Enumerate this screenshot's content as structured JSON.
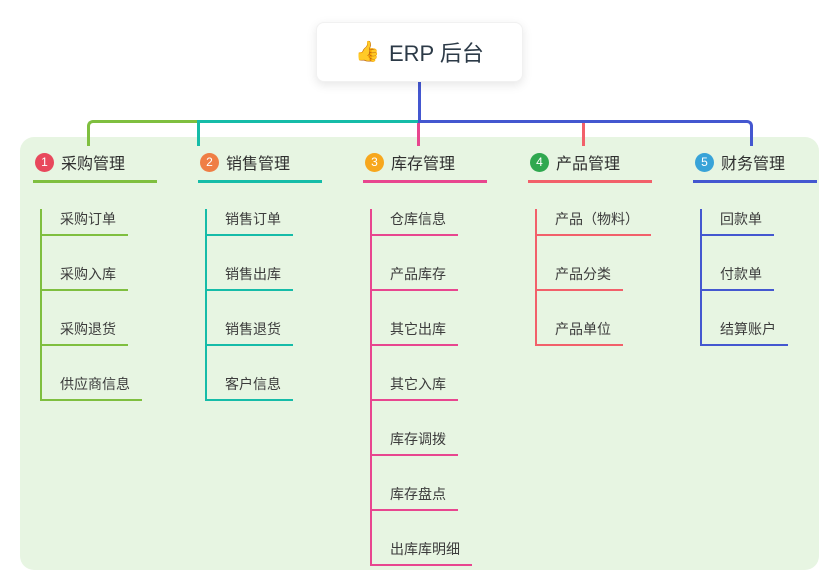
{
  "root": {
    "icon": "👍",
    "label": "ERP 后台"
  },
  "colors": {
    "panel_bg": "#e7f5e2"
  },
  "branches": [
    {
      "num": "1",
      "label": "采购管理",
      "badge_color": "#e8485c",
      "line_color": "#7fbf3f",
      "children": [
        "采购订单",
        "采购入库",
        "采购退货",
        "供应商信息"
      ]
    },
    {
      "num": "2",
      "label": "销售管理",
      "badge_color": "#ef7e45",
      "line_color": "#16bca8",
      "children": [
        "销售订单",
        "销售出库",
        "销售退货",
        "客户信息"
      ]
    },
    {
      "num": "3",
      "label": "库存管理",
      "badge_color": "#f7a71d",
      "line_color": "#e8468f",
      "children": [
        "仓库信息",
        "产品库存",
        "其它出库",
        "其它入库",
        "库存调拨",
        "库存盘点",
        "出库库明细"
      ]
    },
    {
      "num": "4",
      "label": "产品管理",
      "badge_color": "#2fa84f",
      "line_color": "#f2606a",
      "children": [
        "产品（物料）",
        "产品分类",
        "产品单位"
      ]
    },
    {
      "num": "5",
      "label": "财务管理",
      "badge_color": "#38a3d8",
      "line_color": "#4457d0",
      "children": [
        "回款单",
        "付款单",
        "结算账户"
      ]
    }
  ]
}
